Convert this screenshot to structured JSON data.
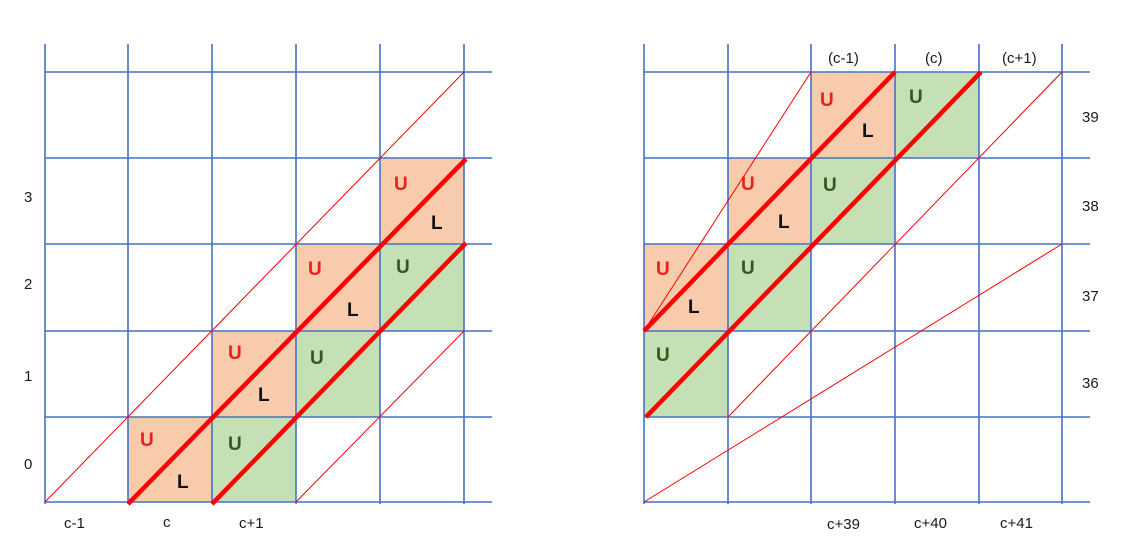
{
  "colors": {
    "grid": "#4472c4",
    "orange_fill": "#f8cbad",
    "green_fill": "#c5e0b4",
    "diag": "#ff0000",
    "u_red": "#e8211b",
    "u_green": "#38561f",
    "l_black": "#111111"
  },
  "left": {
    "row_labels": [
      "0",
      "1",
      "2",
      "3"
    ],
    "col_labels": [
      "c-1",
      "c",
      "c+1"
    ],
    "cell_u_orange": "U",
    "cell_l": "L",
    "cell_u_green": "U"
  },
  "right": {
    "top_labels": [
      "(c-1)",
      "(c)",
      "(c+1)"
    ],
    "row_labels": [
      "39",
      "38",
      "37",
      "36"
    ],
    "bottom_labels": [
      "c+39",
      "c+40",
      "c+41"
    ],
    "cell_u_orange": "U",
    "cell_l": "L",
    "cell_u_green": "U"
  }
}
